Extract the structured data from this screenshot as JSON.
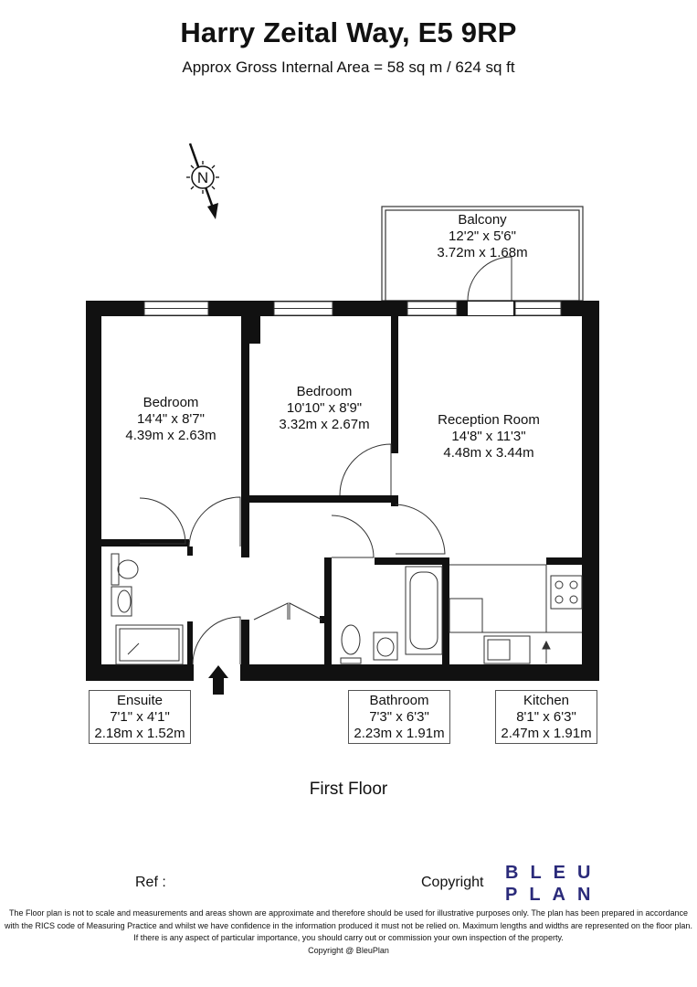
{
  "header": {
    "title": "Harry Zeital Way, E5 9RP",
    "subtitle": "Approx Gross Internal Area = 58 sq m / 624 sq ft"
  },
  "compass": {
    "label": "N"
  },
  "rooms": {
    "balcony": {
      "name": "Balcony",
      "imperial": "12'2\" x 5'6\"",
      "metric": "3.72m x 1.68m"
    },
    "bedroom1": {
      "name": "Bedroom",
      "imperial": "14'4\" x 8'7\"",
      "metric": "4.39m x 2.63m"
    },
    "bedroom2": {
      "name": "Bedroom",
      "imperial": "10'10\" x 8'9\"",
      "metric": "3.32m x 2.67m"
    },
    "reception": {
      "name": "Reception Room",
      "imperial": "14'8\" x 11'3\"",
      "metric": "4.48m x 3.44m"
    },
    "ensuite": {
      "name": "Ensuite",
      "imperial": "7'1\" x 4'1\"",
      "metric": "2.18m x 1.52m"
    },
    "bathroom": {
      "name": "Bathroom",
      "imperial": "7'3\" x 6'3\"",
      "metric": "2.23m x 1.91m"
    },
    "kitchen": {
      "name": "Kitchen",
      "imperial": "8'1\" x 6'3\"",
      "metric": "2.47m x 1.91m"
    }
  },
  "floor_name": "First Floor",
  "footer": {
    "ref": "Ref :",
    "copyright": "Copyright",
    "logo_line1": "BLEU",
    "logo_line2": "PLAN",
    "logo_color": "#2a2a7a",
    "disclaimer_line1": "The Floor plan is not to scale and measurements and areas shown are approximate and therefore should be used for illustrative purposes only. The plan has been prepared in accordance",
    "disclaimer_line2": "with the RICS code of Measuring Practice and whilst we have confidence in the information produced it must not be relied on. Maximum lengths and widths are represented on the floor plan.",
    "disclaimer_line3": "If there is any aspect of particular importance, you should carry out or commission your own inspection of the property.",
    "disclaimer_line4": "Copyright @ BleuPlan"
  }
}
